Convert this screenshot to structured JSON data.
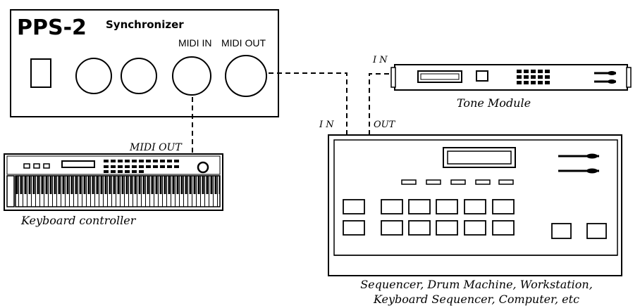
{
  "pps2": {
    "model": "PPS-2",
    "subtitle": "Synchronizer",
    "port_midi_in": "MIDI IN",
    "port_midi_out": "MIDI OUT"
  },
  "keyboard": {
    "port_label": "MIDI OUT",
    "caption": "Keyboard controller"
  },
  "tone_module": {
    "port_label": "I N",
    "caption": "Tone Module"
  },
  "sequencer": {
    "in_label": "I N",
    "out_label": "OUT",
    "caption_line1": "Sequencer, Drum Machine, Workstation,",
    "caption_line2": "Keyboard Sequencer, Computer, etc"
  },
  "colors": {
    "ink": "#000000",
    "paper": "#ffffff",
    "panel_shade": "#e6e6e6"
  }
}
